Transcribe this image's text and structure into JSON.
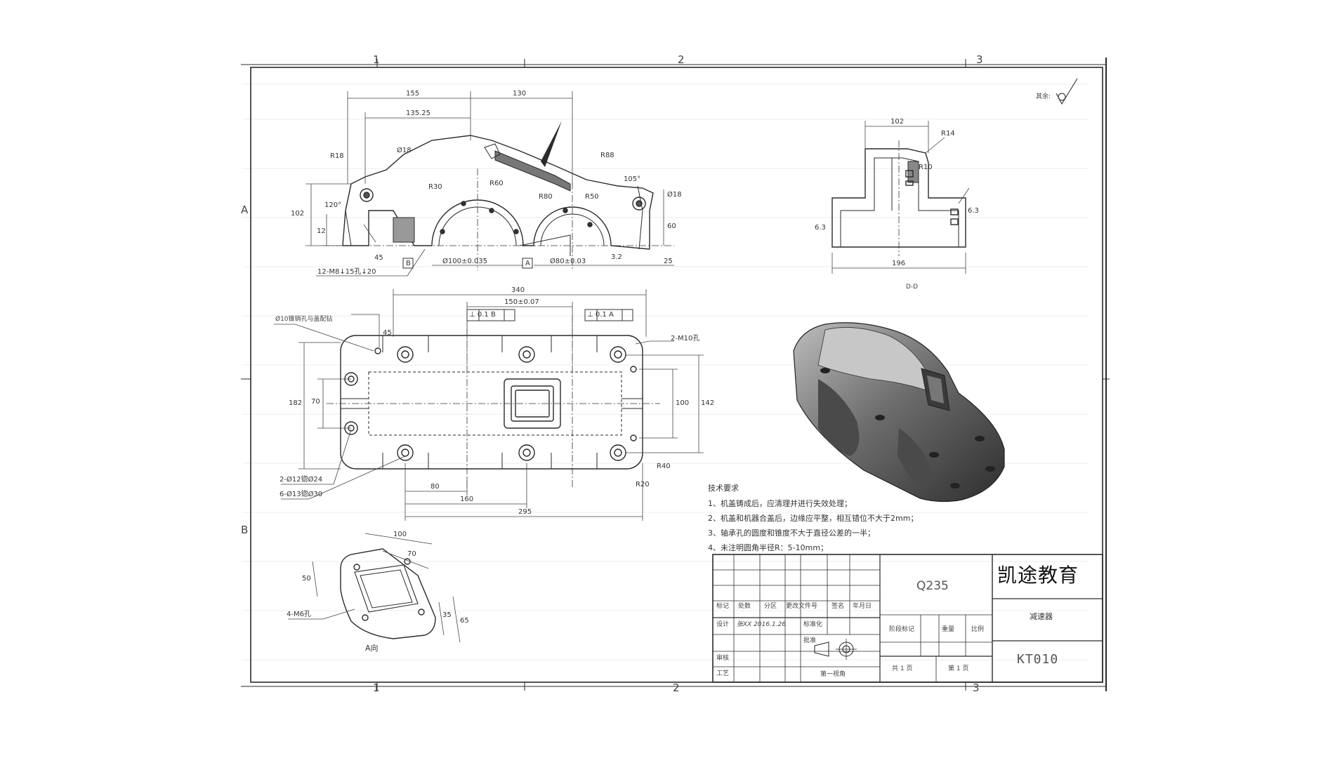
{
  "sheet": {
    "zones_top": [
      "1",
      "2",
      "3"
    ],
    "zones_bottom": [
      "1",
      "2",
      "3"
    ],
    "zones_left": [
      "A",
      "B"
    ],
    "roughness_note": "其余:"
  },
  "views": {
    "front": {
      "dims": [
        "155",
        "130",
        "135.25",
        "Ø18",
        "R18",
        "120°",
        "102",
        "12",
        "45",
        "R30",
        "R60",
        "R88",
        "R80",
        "R50",
        "105°",
        "Ø18",
        "60",
        "Ø100±0.035",
        "Ø80±0.03",
        "3.2",
        "25",
        "12-M8↓15孔↓20"
      ],
      "datum_labels": [
        "B",
        "A"
      ]
    },
    "side": {
      "dims": [
        "102",
        "R14",
        "R10",
        "6.3",
        "6.3",
        "196"
      ],
      "section_label": "D-D"
    },
    "top": {
      "dims": [
        "340",
        "150±0.07",
        "⊥ 0.1 B",
        "⊥ 0.1 A",
        "Ø10锥销孔与盖配钻",
        "45",
        "2-M10孔",
        "182",
        "70",
        "100",
        "142",
        "2-Ø12锪Ø24",
        "6-Ø13锪Ø30",
        "80",
        "160",
        "295",
        "R40",
        "R20"
      ]
    },
    "aux": {
      "dims": [
        "100",
        "50",
        "70",
        "35",
        "65",
        "4-M6孔"
      ],
      "title": "A向"
    }
  },
  "technical_requirements": {
    "heading": "技术要求",
    "items": [
      "1、机盖铸成后，应清理并进行失效处理；",
      "2、机盖和机器合盖后，边缘应平整，相互错位不大于2mm；",
      "3、轴承孔的圆度和锥度不大于直径公差的一半；",
      "4、未注明圆角半径R：5-10mm；"
    ]
  },
  "title_block": {
    "material": "Q235",
    "company": "凯途教育",
    "part_name": "减速器",
    "drawing_no": "KT010",
    "header_cells": [
      "标记",
      "处数",
      "分区",
      "更改文件号",
      "签名",
      "年月日"
    ],
    "row_labels": [
      "设计",
      "审核",
      "工艺"
    ],
    "mid_labels": [
      "标准化",
      "批准"
    ],
    "designer_hw": "张XX 2016.1.26",
    "stage_headers": [
      "阶段标记",
      "重量",
      "比例"
    ],
    "projection_label": "第一视角",
    "sheets_total": "共 1 页",
    "sheet_number": "第 1 页"
  },
  "colors": {
    "line": "#2a2a2a",
    "thin": "#555555",
    "grid": "#e6e6e6",
    "part_dark": "#3c3c3c",
    "part_light": "#a0a0a0"
  }
}
